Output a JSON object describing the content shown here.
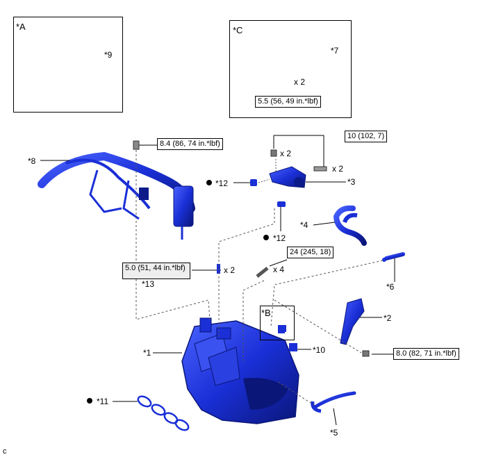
{
  "insets": {
    "a": {
      "tag": "*A"
    },
    "b": {
      "tag": "*B"
    },
    "c": {
      "tag": "*C"
    }
  },
  "callouts": {
    "p1": "*1",
    "p2": "*2",
    "p3": "*3",
    "p4": "*4",
    "p5": "*5",
    "p6": "*6",
    "p7": "*7",
    "p8": "*8",
    "p9": "*9",
    "p10": "*10",
    "p11": "*11",
    "p12a": "*12",
    "p12b": "*12",
    "p13": "*13"
  },
  "torques": {
    "t_c": "5.5 (56, 49 in.*lbf)",
    "t_84": "8.4 (86, 74 in.*lbf)",
    "t_10": "10 (102, 7)",
    "t_24": "24 (245, 18)",
    "t_50": "5.0 (51, 44 in.*lbf)",
    "t_80": "8.0 (82, 71 in.*lbf)"
  },
  "quantities": {
    "q_c": "x 2",
    "q_nut": "x 2",
    "q_bolt": "x 2",
    "q_13": "x 2",
    "q_24": "x 4"
  },
  "corner_mark": "c",
  "colors": {
    "part_blue": "#1a2fd6",
    "part_dark": "#0c1a8a",
    "ghost_gray": "#c8c8c8"
  }
}
